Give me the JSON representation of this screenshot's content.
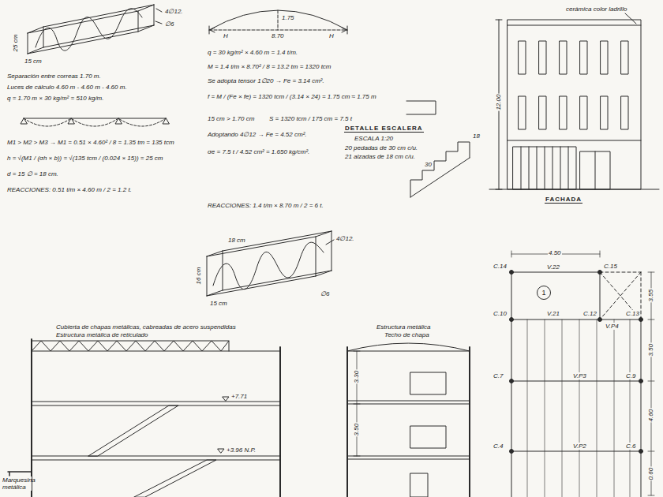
{
  "diagram": {
    "nodes": [
      {
        "text": [
          "1"
        ]
      }
    ],
    "labels": [
      "4∅12.",
      "∅6",
      "25 cm",
      "15 cm",
      "Separación entre correas 1.70 m.",
      "Luces de cálculo 4.60 m - 4.60 m - 4.60 m.",
      "q = 1.70 m × 30 kg/m² = 510 kg/m.",
      "M1 > M2 > M3 → M1 = 0.51 × 4.60² / 8 = 1.35 tm = 135 tcm",
      "h = √(M1 / (σh × b)) = √(135 tcm / (0.024 × 15)) = 25 cm",
      "d = 15 ∅ = 18 cm.",
      "REACCIONES: 0.51 t/m × 4.60 m / 2 = 1.2 t.",
      "1.75",
      "8.70",
      "H",
      "H",
      "q = 30 kg/m² × 4.60 m = 1.4 t/m.",
      "M = 1.4 t/m × 8.70² / 8 = 13.2 tm = 1320 tcm",
      "Se adopta tensor 1∅20 → Fe = 3.14 cm².",
      "f = M / (Fe × fe) = 1320 tcm / (3.14 × 24) = 1.75 cm ≈ 1.75 m",
      "15 cm > 1.70 cm",
      "S = 1320 tcm / 175 cm = 7.5 t",
      "Adoptando 4∅12 → Fe = 4.52 cm².",
      "σe = 7.5 t / 4.52 cm² = 1.650 kg/cm².",
      "REACCIONES: 1.4 t/m × 8.70 m / 2 = 6 t.",
      "18 cm",
      "4∅12.",
      "16 cm",
      "15 cm",
      "∅6",
      "DETALLE ESCALERA",
      "ESCALA 1:20",
      "20 pedadas de 30 cm c/u.",
      "21 alzadas de 18 cm c/u.",
      "18",
      "30",
      "cerámica color ladrillo",
      "12.00",
      "FACHADA",
      "4.50",
      "C.14",
      "V.22",
      "C.15",
      "C.10",
      "V.21",
      "C.12",
      "V.P4",
      "C.13",
      "C.7",
      "V.P3",
      "C.9",
      "C.4",
      "V.P2",
      "C.6",
      "3.55",
      "3.50",
      "4.60",
      "0.60",
      "Cubierta de chapas metálicas, cabreadas de acero suspendidas",
      "Estructura metálica de reticulado",
      "+7.71",
      "+3.96 N.P.",
      "Marquesina metálica",
      "Estructura metálica",
      "Techo de chapa",
      "3.30",
      "3.50"
    ]
  }
}
